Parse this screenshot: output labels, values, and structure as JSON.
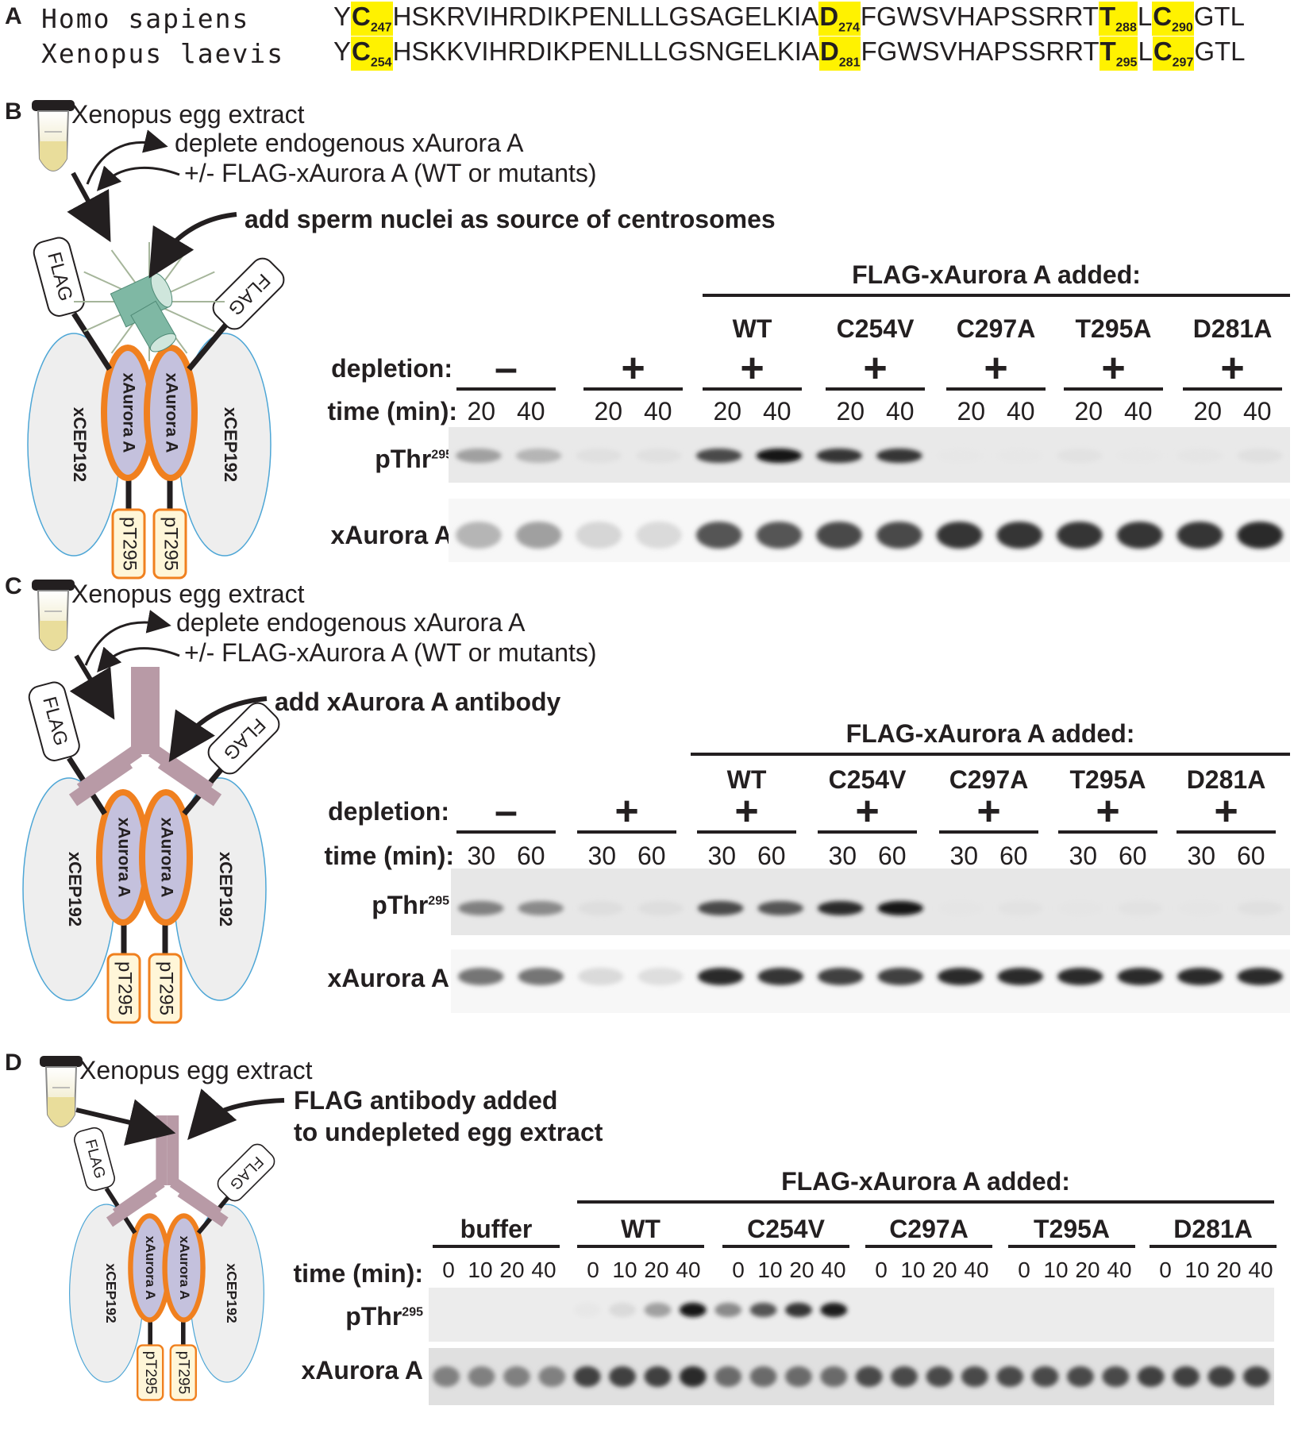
{
  "panelA": {
    "letter": "A",
    "rows": [
      {
        "species": "Homo sapiens",
        "segments": [
          {
            "t": "Y"
          },
          {
            "h": "C",
            "n": "247"
          },
          {
            "t": "HSKRVIHRDIKPENLLLGSAGELKIA"
          },
          {
            "h": "D",
            "n": "274"
          },
          {
            "t": "FGWSVHAPSSRRT"
          },
          {
            "h": "T",
            "n": "288"
          },
          {
            "t": "L"
          },
          {
            "h": "C",
            "n": "290"
          },
          {
            "t": "GTL"
          }
        ]
      },
      {
        "species": "Xenopus laevis",
        "segments": [
          {
            "t": "Y"
          },
          {
            "h": "C",
            "n": "254"
          },
          {
            "t": "HSKKVIHRDIKPENLLLGSNGELKIA"
          },
          {
            "h": "D",
            "n": "281"
          },
          {
            "t": "FGWSVHAPSSRRT"
          },
          {
            "h": "T",
            "n": "295"
          },
          {
            "t": "L"
          },
          {
            "h": "C",
            "n": "297"
          },
          {
            "t": "GTL"
          }
        ]
      }
    ]
  },
  "panelB": {
    "letter": "B",
    "extract": "Xenopus egg extract",
    "step1": "deplete endogenous xAurora A",
    "step2": "+/- FLAG-xAurora A (WT or mutants)",
    "step3": "add sperm nuclei as source of centrosomes",
    "header": "FLAG-xAurora A added:",
    "mutants": [
      "WT",
      "C254V",
      "C297A",
      "T295A",
      "D281A"
    ],
    "depletion_label": "depletion:",
    "depletion": [
      "–",
      "+",
      "+",
      "+",
      "+",
      "+",
      "+"
    ],
    "time_label": "time (min):",
    "times": [
      "20",
      "40"
    ],
    "row1": "pThr",
    "row1_sup": "295",
    "row2": "xAurora A",
    "pthr_intensity": [
      0.35,
      0.25,
      0.05,
      0.05,
      0.75,
      1.0,
      0.85,
      0.85,
      0.02,
      0.02,
      0.04,
      0.02,
      0.03,
      0.05
    ],
    "aur_intensity": [
      0.25,
      0.35,
      0.1,
      0.08,
      0.7,
      0.7,
      0.75,
      0.75,
      0.85,
      0.85,
      0.85,
      0.85,
      0.85,
      0.9
    ]
  },
  "panelC": {
    "letter": "C",
    "extract": "Xenopus egg extract",
    "step1": "deplete endogenous xAurora A",
    "step2": "+/- FLAG-xAurora A (WT or mutants)",
    "step3": "add xAurora A antibody",
    "header": "FLAG-xAurora A added:",
    "mutants": [
      "WT",
      "C254V",
      "C297A",
      "T295A",
      "D281A"
    ],
    "depletion_label": "depletion:",
    "depletion": [
      "–",
      "+",
      "+",
      "+",
      "+",
      "+",
      "+"
    ],
    "time_label": "time (min):",
    "times": [
      "30",
      "60"
    ],
    "row1": "pThr",
    "row1_sup": "295",
    "row2": "xAurora A",
    "pthr_intensity": [
      0.5,
      0.45,
      0.06,
      0.06,
      0.75,
      0.7,
      0.9,
      1.0,
      0.03,
      0.04,
      0.03,
      0.04,
      0.03,
      0.05
    ],
    "aur_intensity": [
      0.55,
      0.55,
      0.08,
      0.06,
      0.9,
      0.85,
      0.8,
      0.8,
      0.9,
      0.9,
      0.9,
      0.9,
      0.9,
      0.9
    ]
  },
  "panelD": {
    "letter": "D",
    "extract": "Xenopus egg extract",
    "step1": "FLAG antibody added",
    "step2": "to undepleted egg extract",
    "header": "FLAG-xAurora A added:",
    "groups": [
      "buffer",
      "WT",
      "C254V",
      "C297A",
      "T295A",
      "D281A"
    ],
    "time_label": "time (min):",
    "times": [
      "0",
      "10",
      "20",
      "40"
    ],
    "row1": "pThr",
    "row1_sup": "295",
    "row2": "xAurora A",
    "pthr_intensity": [
      0,
      0,
      0,
      0,
      0.02,
      0.08,
      0.35,
      1.0,
      0.45,
      0.7,
      0.85,
      0.95,
      0,
      0,
      0,
      0,
      0,
      0,
      0,
      0,
      0,
      0,
      0,
      0
    ],
    "aur_intensity": [
      0.5,
      0.5,
      0.5,
      0.5,
      0.8,
      0.8,
      0.8,
      0.9,
      0.6,
      0.6,
      0.6,
      0.6,
      0.75,
      0.75,
      0.75,
      0.75,
      0.75,
      0.75,
      0.75,
      0.75,
      0.8,
      0.8,
      0.8,
      0.8
    ]
  },
  "cartoon": {
    "flag": "FLAG",
    "aurora": "xAurora A",
    "cep": "xCEP192",
    "pt": "pT295"
  },
  "colors": {
    "highlight": "#fff200",
    "aurora_fill": "#c4c1dd",
    "aurora_edge": "#f0801f",
    "cep_fill": "#eeeeee",
    "cep_edge": "#4da6d6",
    "antibody": "#b89aa6",
    "centrosome": "#7fb8a4",
    "pt_fill": "#fff6d8"
  }
}
